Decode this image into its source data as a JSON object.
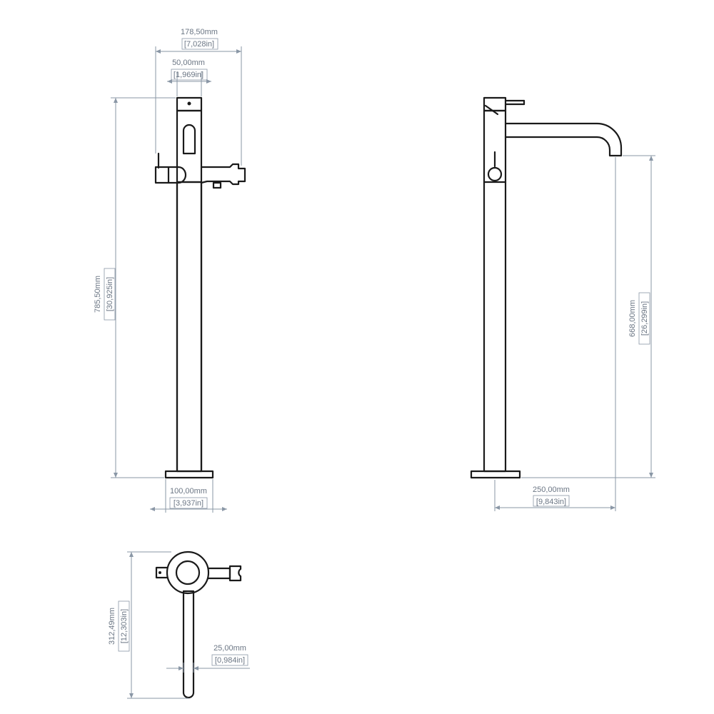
{
  "dimensions": {
    "overall_width": {
      "mm": "178,50mm",
      "in": "[7,028in]"
    },
    "handle_width": {
      "mm": "50,00mm",
      "in": "[1,969in]"
    },
    "overall_height": {
      "mm": "785,50mm",
      "in": "[30,925in]"
    },
    "base_width": {
      "mm": "100,00mm",
      "in": "[3,937in]"
    },
    "spout_height": {
      "mm": "668,00mm",
      "in": "[26,299in]"
    },
    "spout_reach": {
      "mm": "250,00mm",
      "in": "[9,843in]"
    },
    "top_view_depth": {
      "mm": "312,49mm",
      "in": "[12,303in]"
    },
    "spout_diameter": {
      "mm": "25,00mm",
      "in": "[0,984in]"
    }
  }
}
